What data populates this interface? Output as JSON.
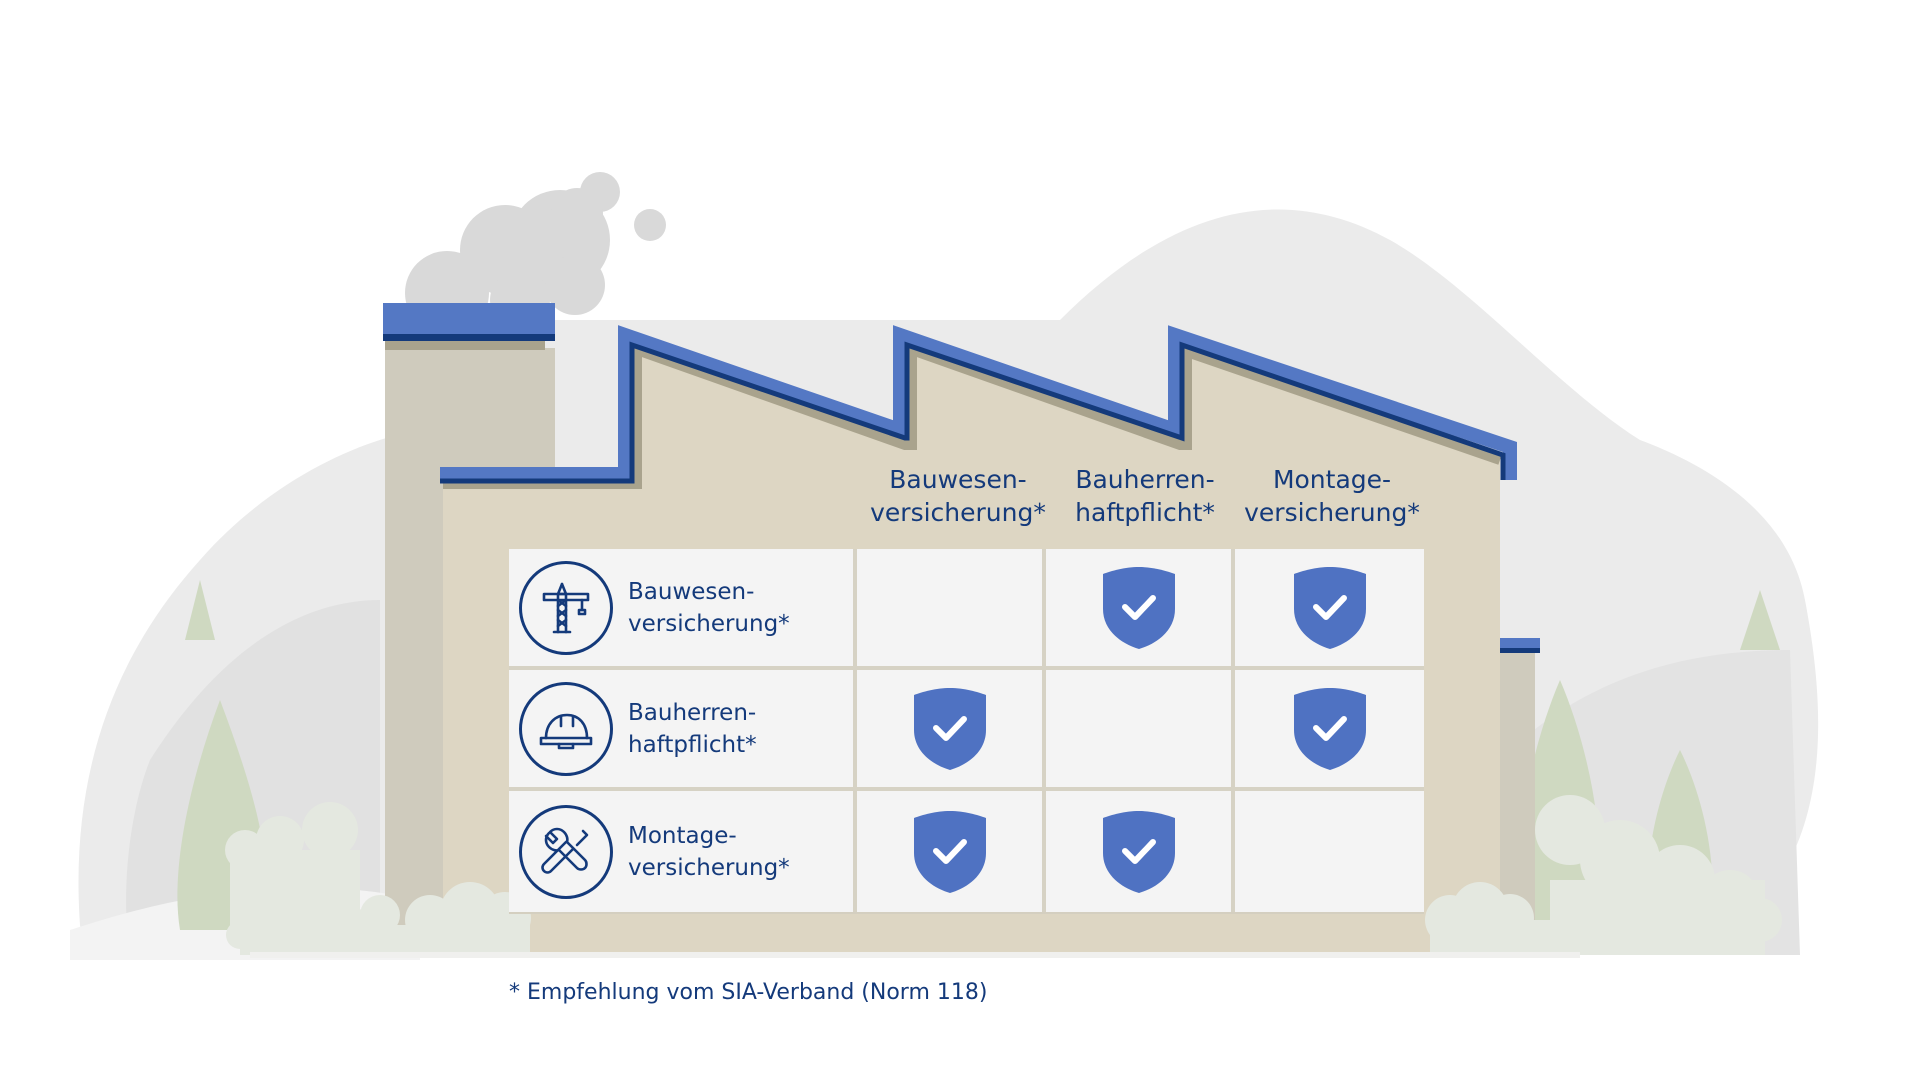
{
  "columns": [
    {
      "line1": "Bauwesen-",
      "line2": "versicherung*"
    },
    {
      "line1": "Bauherren-",
      "line2": "haftpflicht*"
    },
    {
      "line1": "Montage-",
      "line2": "versicherung*"
    }
  ],
  "rows": [
    {
      "line1": "Bauwesen-",
      "line2": "versicherung*",
      "icon": "crane-icon",
      "checks": [
        false,
        true,
        true
      ]
    },
    {
      "line1": "Bauherren-",
      "line2": "haftpflicht*",
      "icon": "hard-hat-icon",
      "checks": [
        true,
        false,
        true
      ]
    },
    {
      "line1": "Montage-",
      "line2": "versicherung*",
      "icon": "tools-icon",
      "checks": [
        true,
        true,
        false
      ]
    }
  ],
  "footnote": "* Empfehlung vom SIA-Verband (Norm 118)",
  "colors": {
    "navy": "#143a7b",
    "roof_blue": "#5478c4",
    "shield_blue": "#4f72c2",
    "factory_wall": "#ddd6c3",
    "chimney": "#cfcbbd",
    "cell_bg": "#f4f4f4",
    "hill_gray": "#e8e8e8",
    "tree_green": "#cdd9bf"
  }
}
